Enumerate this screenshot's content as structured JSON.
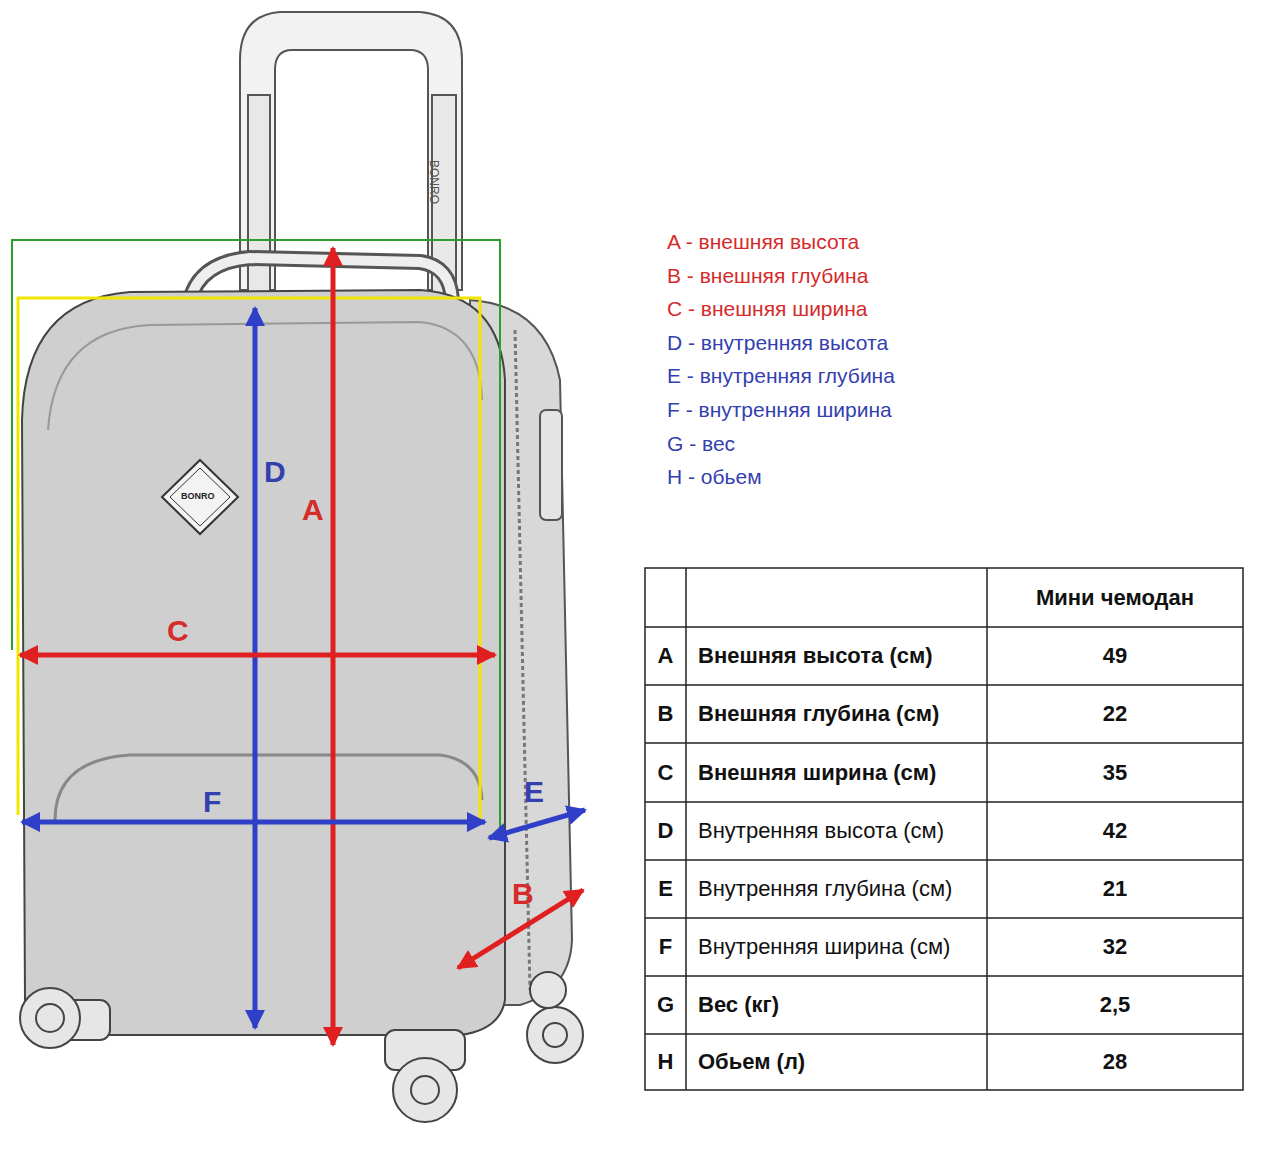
{
  "diagram": {
    "labels": [
      "A - внешняя высота",
      "B - внешняя глубина",
      "C - внешняя ширина",
      "D - внутренняя высота",
      "E - внутренняя глубина",
      "F - внутренняя ширина",
      "G - вес",
      "H - обьем",
      "D",
      "A",
      "C",
      "F",
      "E",
      "B",
      "BONRO",
      "BONRO",
      "Мини чемодан",
      "A",
      "Внешняя высота (см)",
      "49",
      "B",
      "Внешняя глубина (см)",
      "22",
      "C",
      "Внешняя ширина (см)",
      "35",
      "D",
      "Внутренняя высота (см)",
      "42",
      "E",
      "Внутренняя глубина (см)",
      "21",
      "F",
      "Внутренняя ширина (см)",
      "32",
      "G",
      "Вес (кг)",
      "2,5",
      "H",
      "Обьем (л)",
      "28"
    ]
  }
}
